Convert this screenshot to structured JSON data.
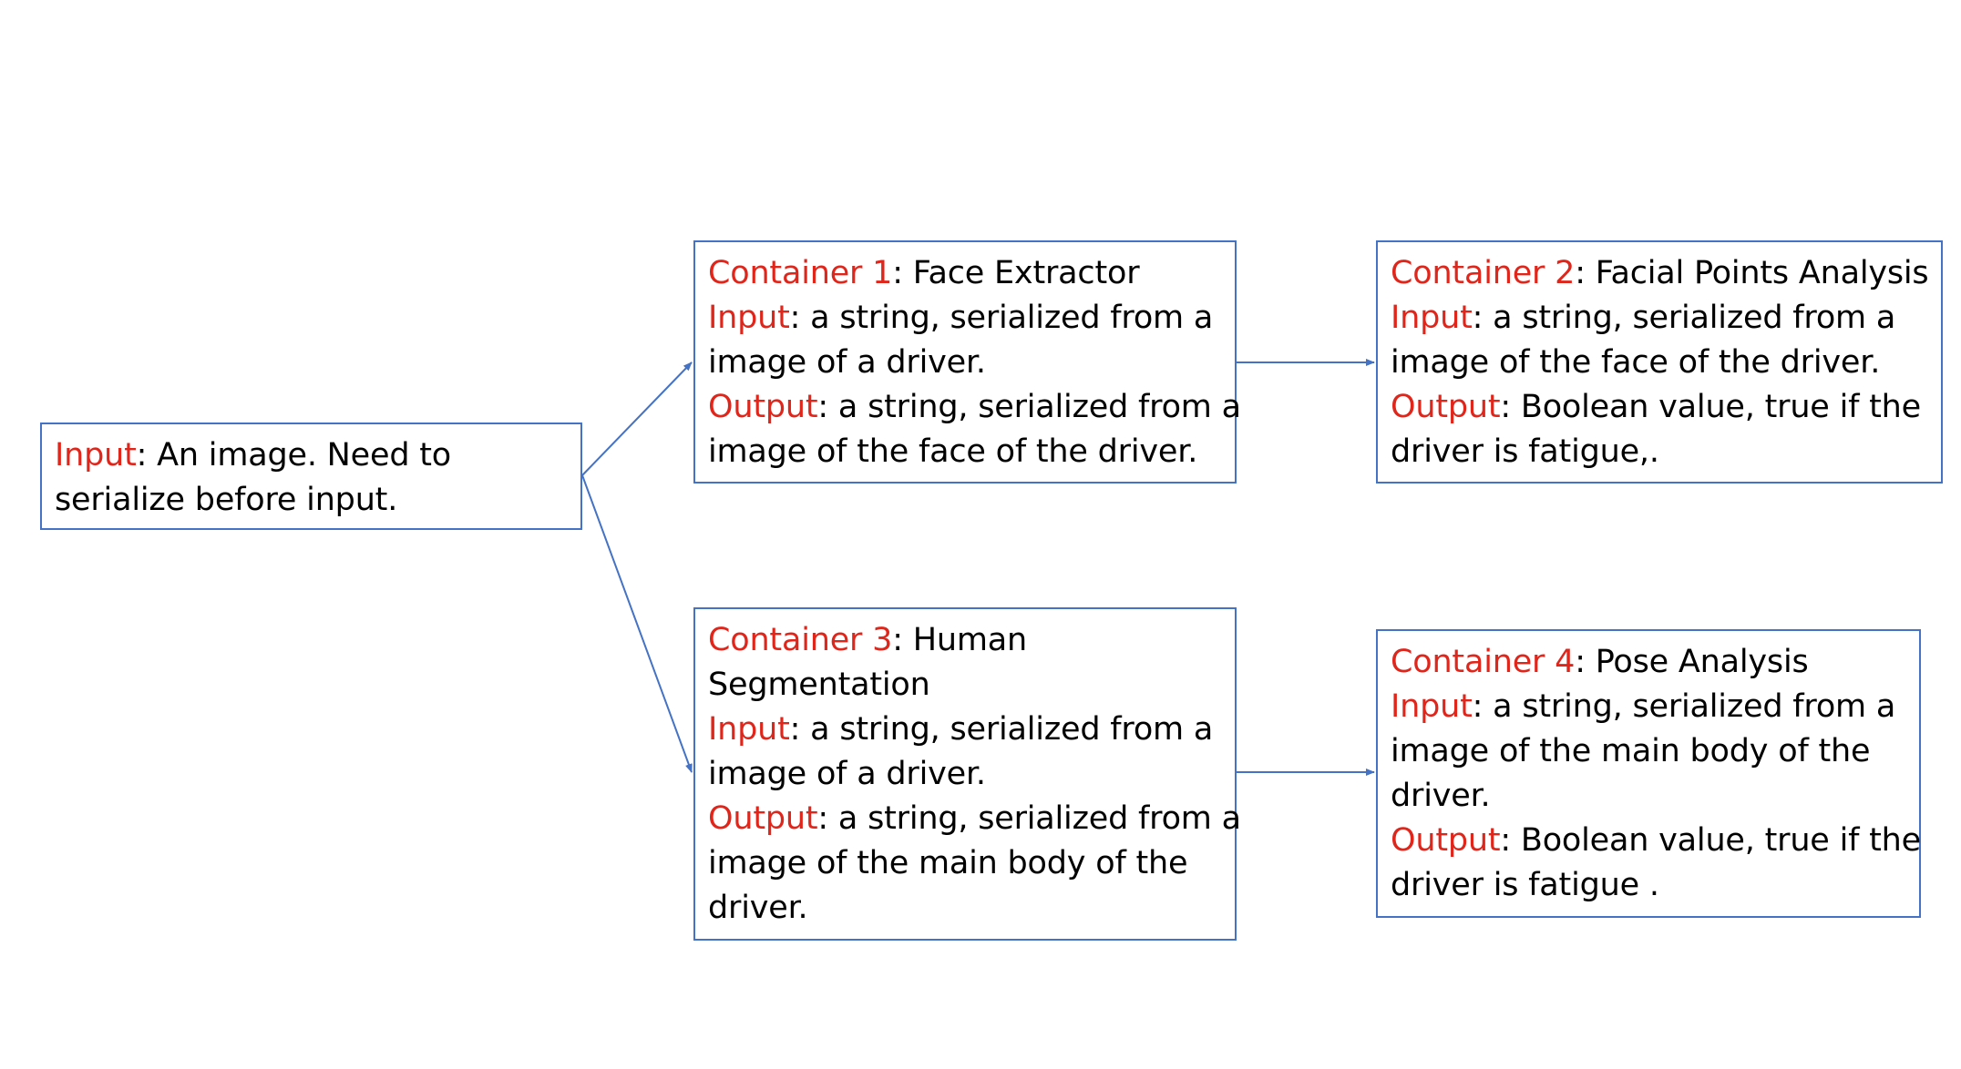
{
  "colors": {
    "border": "#4472c4",
    "arrow": "#4472c4",
    "key_text": "#e0251b",
    "body_text": "#000000"
  },
  "input_node": {
    "key": "Input",
    "text_1": ": An image. Need to",
    "text_2": "serialize before input."
  },
  "container_1": {
    "title_key": "Container 1",
    "title_text": ": Face Extractor",
    "input_key": "Input",
    "input_text_1": ": a string, serialized from a",
    "input_text_2": "image of a driver.",
    "output_key": "Output",
    "output_text_1": ": a string, serialized from a",
    "output_text_2": "image of the face of the driver."
  },
  "container_2": {
    "title_key": "Container 2",
    "title_text": ": Facial Points Analysis",
    "input_key": "Input",
    "input_text_1": ": a string, serialized from a",
    "input_text_2": "image of the face of the driver.",
    "output_key": "Output",
    "output_text_1": ": Boolean value, true if the",
    "output_text_2": "driver is fatigue,."
  },
  "container_3": {
    "title_key": "Container 3",
    "title_text_1": ": Human",
    "title_text_2": "Segmentation",
    "input_key": "Input",
    "input_text_1": ": a string, serialized from a",
    "input_text_2": "image of a driver.",
    "output_key": "Output",
    "output_text_1": ": a string, serialized from a",
    "output_text_2": "image of the main body of the",
    "output_text_3": "driver."
  },
  "container_4": {
    "title_key": "Container 4",
    "title_text": ": Pose Analysis",
    "input_key": "Input",
    "input_text_1": ": a string, serialized from a",
    "input_text_2": "image of the main body of the",
    "input_text_3": "driver.",
    "output_key": "Output",
    "output_text_1": ": Boolean value, true if the",
    "output_text_2": "driver is fatigue ."
  }
}
